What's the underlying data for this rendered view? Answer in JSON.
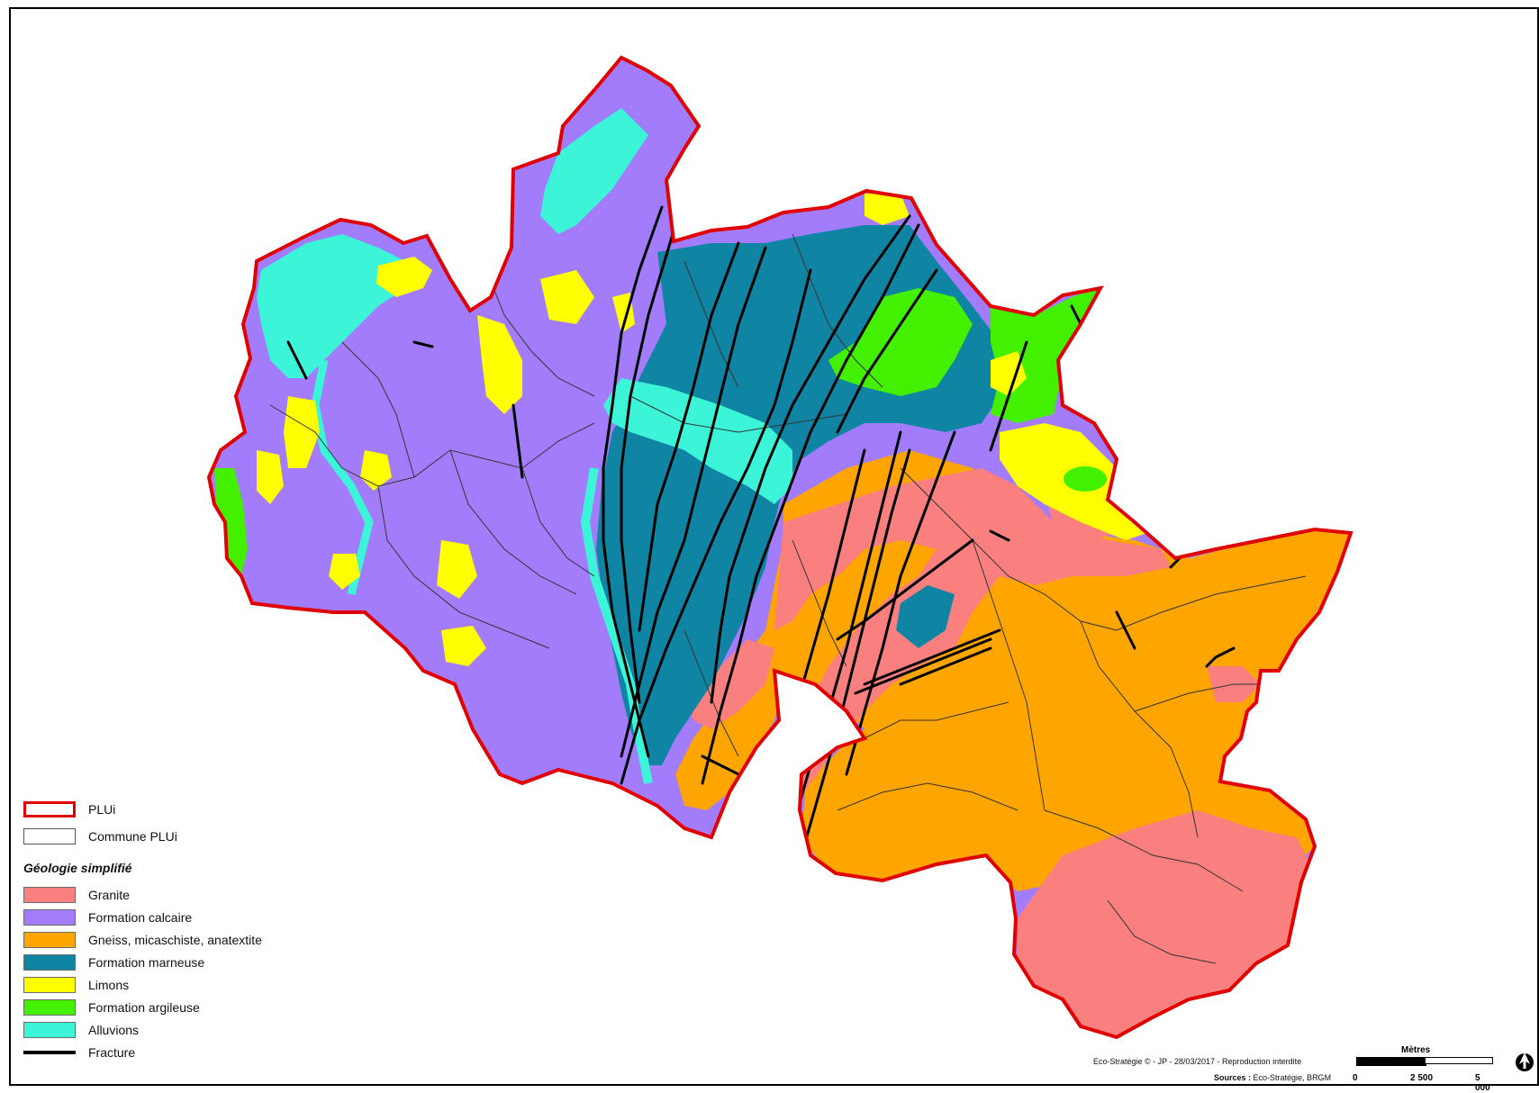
{
  "legend": {
    "plui_label": "PLUi",
    "commune_label": "Commune PLUi",
    "geology_title": "Géologie simplifié",
    "items": [
      {
        "label": "Granite",
        "color": "#fa7f7f"
      },
      {
        "label": "Formation calcaire",
        "color": "#a27cfb"
      },
      {
        "label": "Gneiss, micaschiste, anatextite",
        "color": "#ffa500"
      },
      {
        "label": "Formation marneuse",
        "color": "#0f84a3"
      },
      {
        "label": "Limons",
        "color": "#ffff00"
      },
      {
        "label": "Formation argileuse",
        "color": "#43f000"
      },
      {
        "label": "Alluvions",
        "color": "#3cf4d8"
      }
    ],
    "fracture_label": "Fracture"
  },
  "colors": {
    "plui_border": "#e00000",
    "commune_border": "#333333",
    "fracture": "#000000"
  },
  "credits": "Eco-Stratégie © - JP - 28/03/2017 - Reproduction interdite",
  "sources_label": "Sources :",
  "sources_value": "Eco-Stratégie, BRGM",
  "scale": {
    "title": "Mètres",
    "ticks": [
      "0",
      "2 500",
      "5 000"
    ]
  },
  "north_arrow_icon": "north-arrow-icon"
}
